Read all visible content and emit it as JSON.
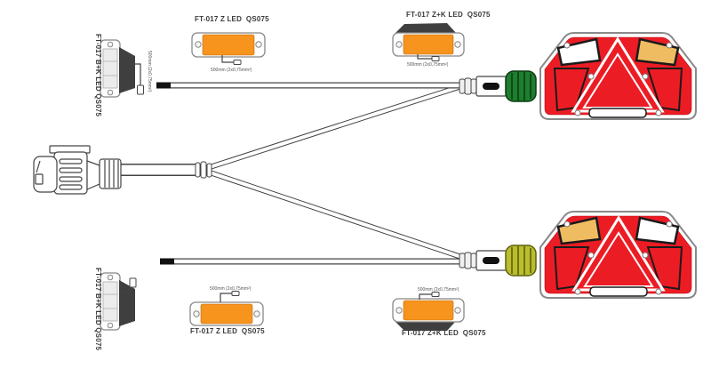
{
  "diagram": {
    "type": "wiring-harness",
    "markers": {
      "top_left": {
        "label": "FT-017 B+K LED QS075",
        "cable_spec": "500mm (2x0,75mm²)"
      },
      "top_mid": {
        "label": "FT-017 Z LED  QS075",
        "cable_spec": "500mm (2x0,75mm²)"
      },
      "top_right": {
        "label": "FT-017 Z+K LED  QS075",
        "cable_spec": "500mm (2x0,75mm²)"
      },
      "bottom_left": {
        "label": "FT-017 B+K LED QS075"
      },
      "bottom_mid": {
        "label": "FT-017 Z LED  QS075",
        "cable_spec": "500mm (2x0,75mm²)"
      },
      "bottom_right": {
        "label": "FT-017 Z+K LED  QS075",
        "cable_spec": "500mm (2x0,75mm²)"
      }
    },
    "colors": {
      "marker_orange": "#F7941E",
      "bracket_dark": "#3F3F3F",
      "lamp_red": "#EC1C24",
      "lamp_amber": "#F0BC62",
      "cap_green": "#1E7E2E",
      "cap_olive": "#B9BD2F",
      "cable_tip_black": "#111111",
      "rim_grey": "#8A8A8A"
    }
  }
}
